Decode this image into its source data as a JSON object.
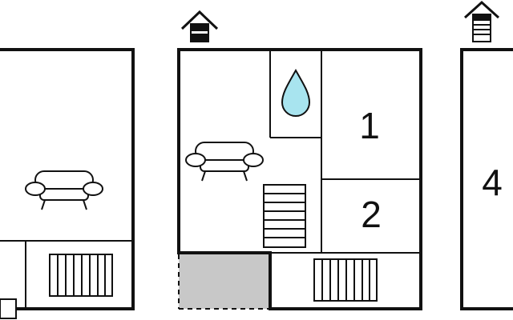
{
  "floorplan": {
    "rooms": {
      "bedroom_1": {
        "label": "1"
      },
      "bedroom_2": {
        "label": "2"
      },
      "bedroom_4": {
        "label": "4"
      }
    },
    "icons": {
      "house": [
        "house-icon",
        "house-with-stairs-icon"
      ],
      "bathroom": "water-drop-icon",
      "living": "sofa-icon",
      "stairs": "stairs-icon",
      "heating": "radiator-icon"
    },
    "colors": {
      "walls": "#111111",
      "water_drop": "#a8e4ef",
      "shaded_area": "#c8c8c8",
      "background": "#ffffff"
    }
  }
}
